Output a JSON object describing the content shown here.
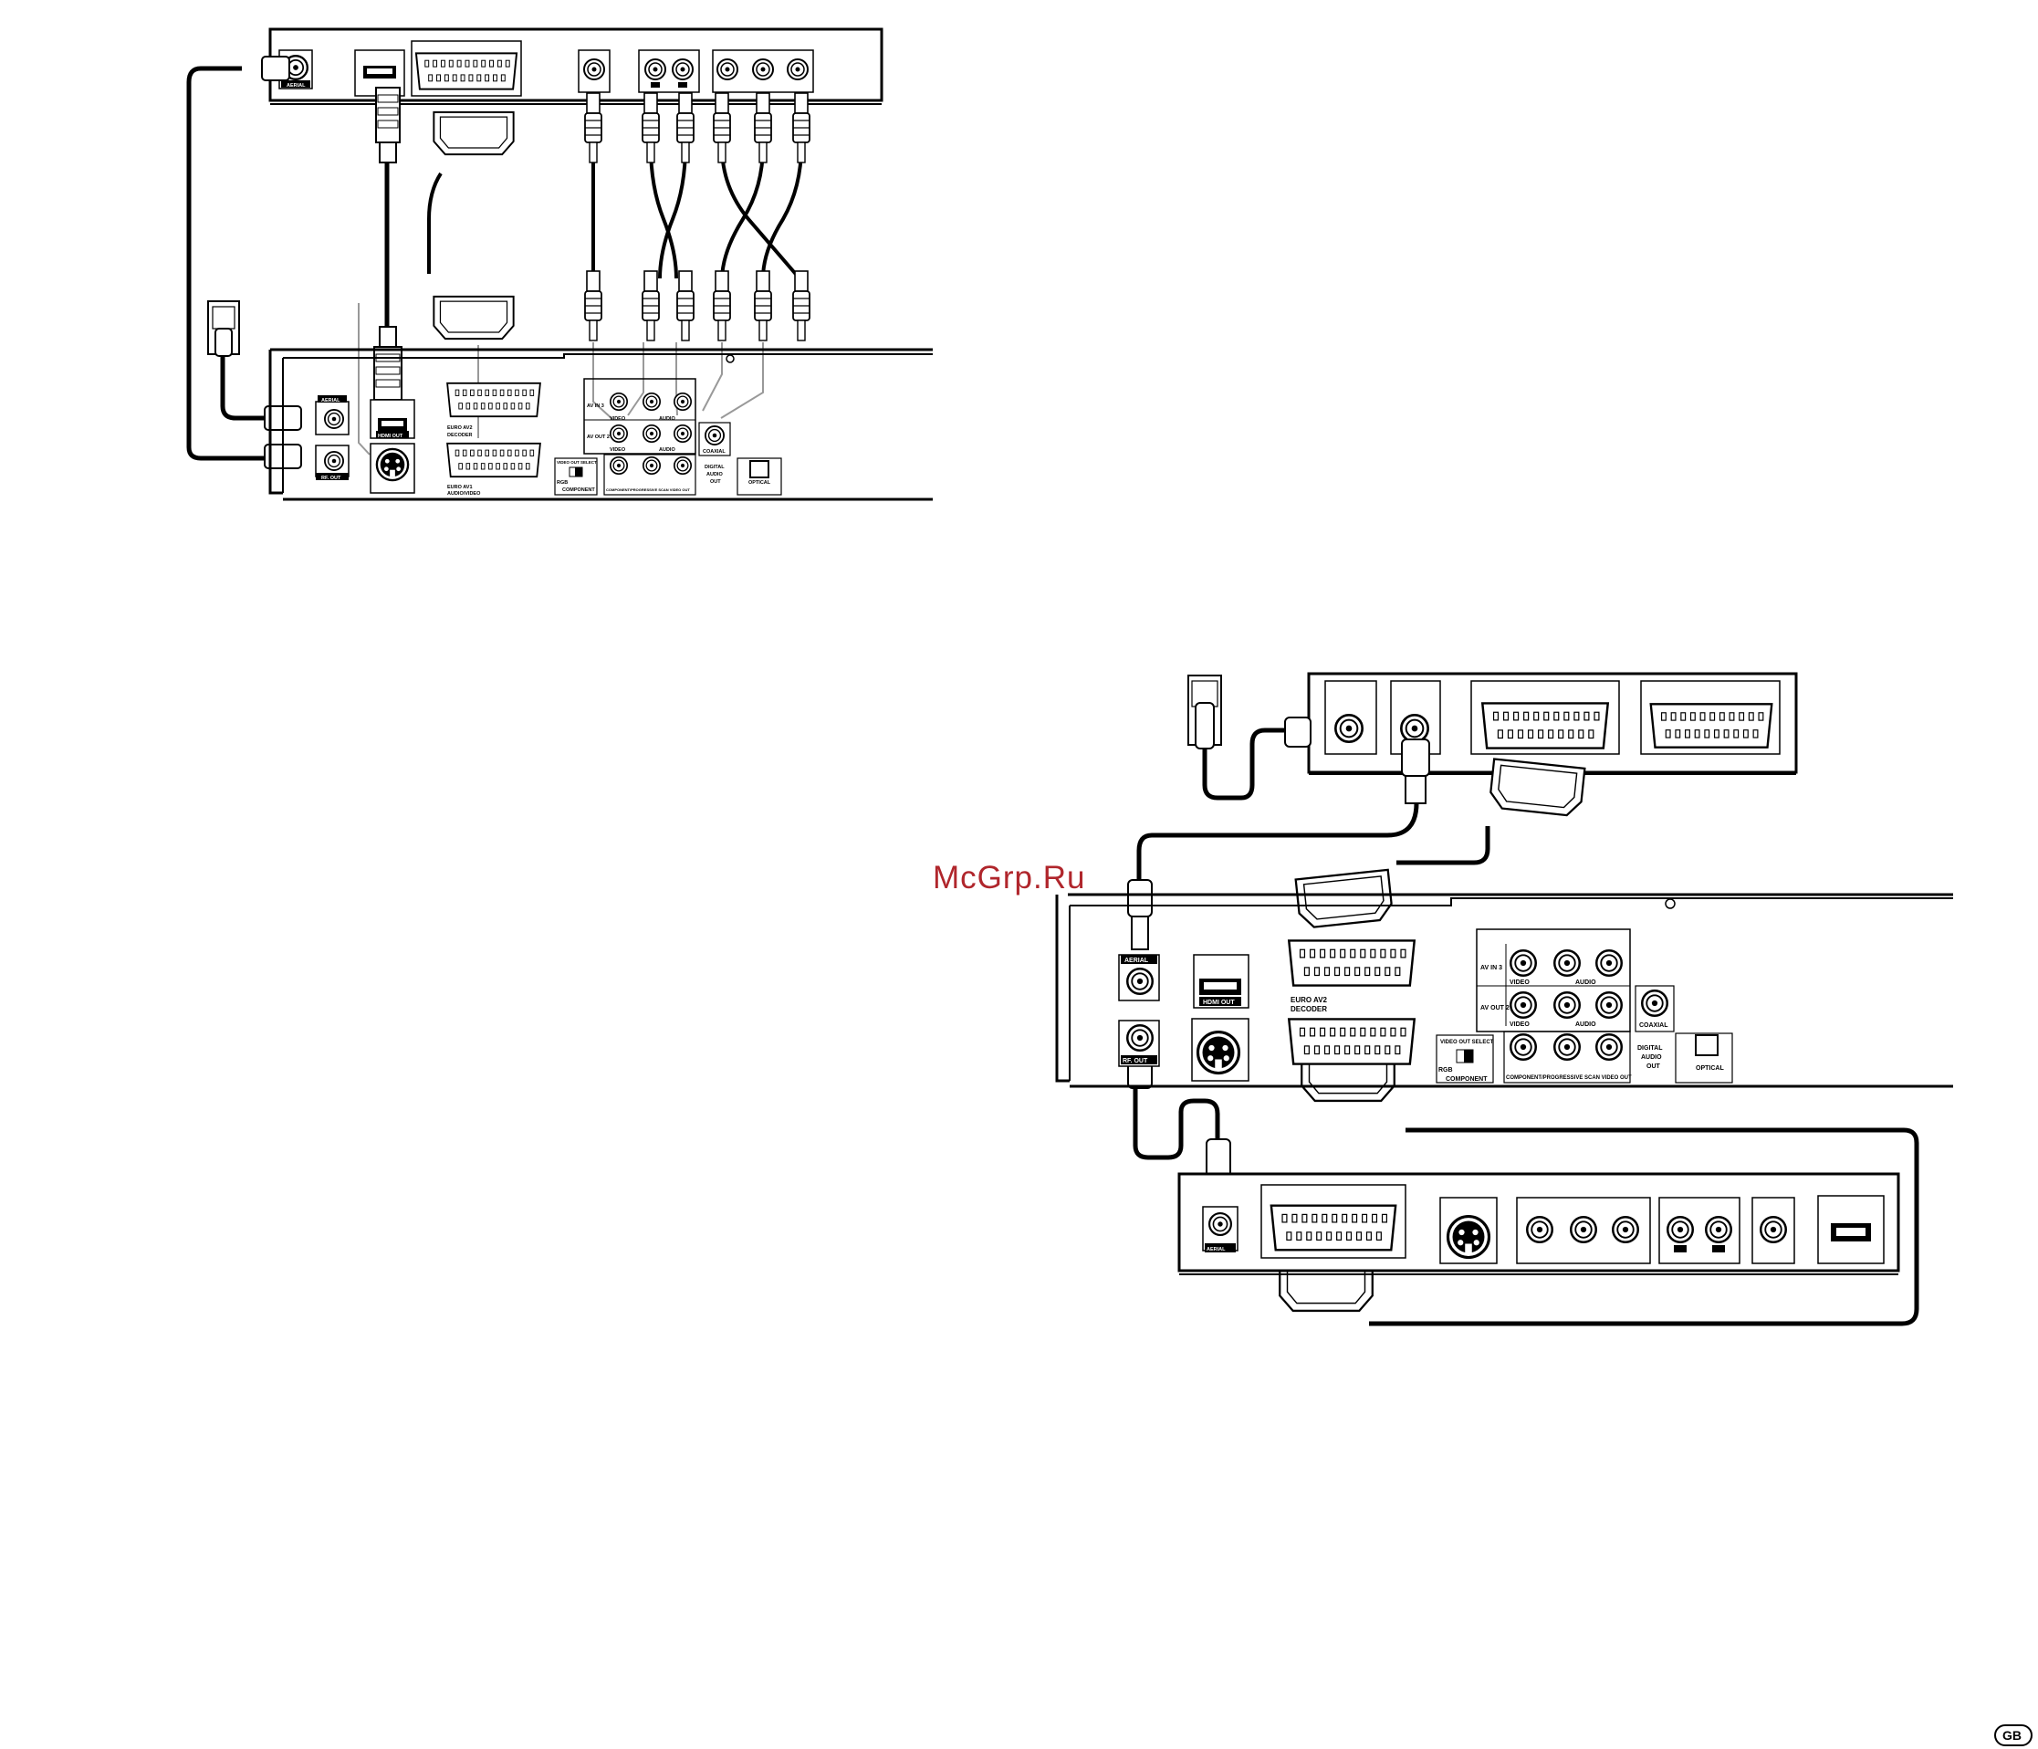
{
  "watermark": "McGrp.Ru",
  "page_badge": "GB",
  "top_diagram": {
    "tv_labels": {
      "aerial": "AERIAL"
    },
    "recorder_labels": {
      "aerial": "AERIAL",
      "rf_out": "RF. OUT",
      "hdmi_out": "HDMI OUT",
      "euro_av2": "EURO AV2",
      "decoder": "DECODER",
      "euro_av1": "EURO AV1",
      "audio_video": "AUDIO/VIDEO",
      "av_in3": "AV IN 3",
      "av_out2": "AV OUT 2",
      "video1": "VIDEO",
      "video2": "VIDEO",
      "audio_top": "AUDIO",
      "audio_bot": "AUDIO",
      "video_out_select": "VIDEO OUT SELECT",
      "rgb": "RGB",
      "component": "COMPONENT",
      "component_scan": "COMPONENT/PROGRESSIVE SCAN VIDEO OUT",
      "coaxial": "COAXIAL",
      "digital": "DIGITAL",
      "audio": "AUDIO",
      "out": "OUT",
      "optical": "OPTICAL"
    }
  },
  "bottom_diagram": {
    "recorder_labels": {
      "aerial": "AERIAL",
      "rf_out": "RF. OUT",
      "hdmi_out": "HDMI OUT",
      "euro_av2": "EURO AV2",
      "decoder": "DECODER",
      "av_in3": "AV IN 3",
      "av_out2": "AV OUT 2",
      "video1": "VIDEO",
      "video2": "VIDEO",
      "audio1": "AUDIO",
      "audio2": "AUDIO",
      "video_out_select": "VIDEO OUT SELECT",
      "rgb": "RGB",
      "component": "COMPONENT",
      "component_scan": "COMPONENT/PROGRESSIVE SCAN VIDEO OUT",
      "coaxial": "COAXIAL",
      "digital": "DIGITAL",
      "audio": "AUDIO",
      "out": "OUT",
      "optical": "OPTICAL"
    },
    "tv_labels": {
      "aerial": "AERIAL"
    }
  }
}
